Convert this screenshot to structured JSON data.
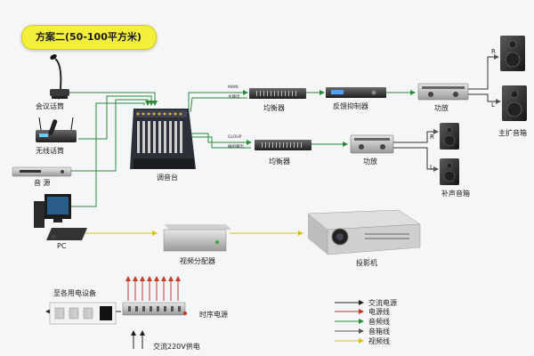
{
  "diagram": {
    "title": "方案二(50-100平方米)",
    "labels": {
      "mic": "会议话筒",
      "wireless": "无线话筒",
      "source": "音 源",
      "pc": "PC",
      "mixer": "调音台",
      "eq_top": "均衡器",
      "feedback": "反馈抑制器",
      "amp_top": "功放",
      "main_speaker": "主扩音箱",
      "eq_bottom": "均衡器",
      "amp_bottom": "功放",
      "monitor": "补声音箱",
      "video_splitter": "视频分配器",
      "projector": "投影机",
      "power_devices": "至各用电设备",
      "sequencer": "时序电源",
      "ac_power": "交流220V供电"
    },
    "small": {
      "main_out": "MAIN",
      "main_out2": "主输出",
      "group_out": "GLOUP",
      "group_out2": "编组输出",
      "r_top": "R",
      "l_top": "L",
      "r_bottom": "R",
      "l_bottom": "L"
    },
    "legend": [
      {
        "label": "交流电源",
        "color": "#222222"
      },
      {
        "label": "电源线",
        "color": "#c0392b"
      },
      {
        "label": "音频线",
        "color": "#2c8a3b"
      },
      {
        "label": "音箱线",
        "color": "#555555"
      },
      {
        "label": "视频线",
        "color": "#d6c21a"
      }
    ],
    "colors": {
      "audio": "#2c8a3b",
      "video": "#d6c21a",
      "power": "#c0392b",
      "speaker": "#555555",
      "ac": "#222222"
    }
  }
}
